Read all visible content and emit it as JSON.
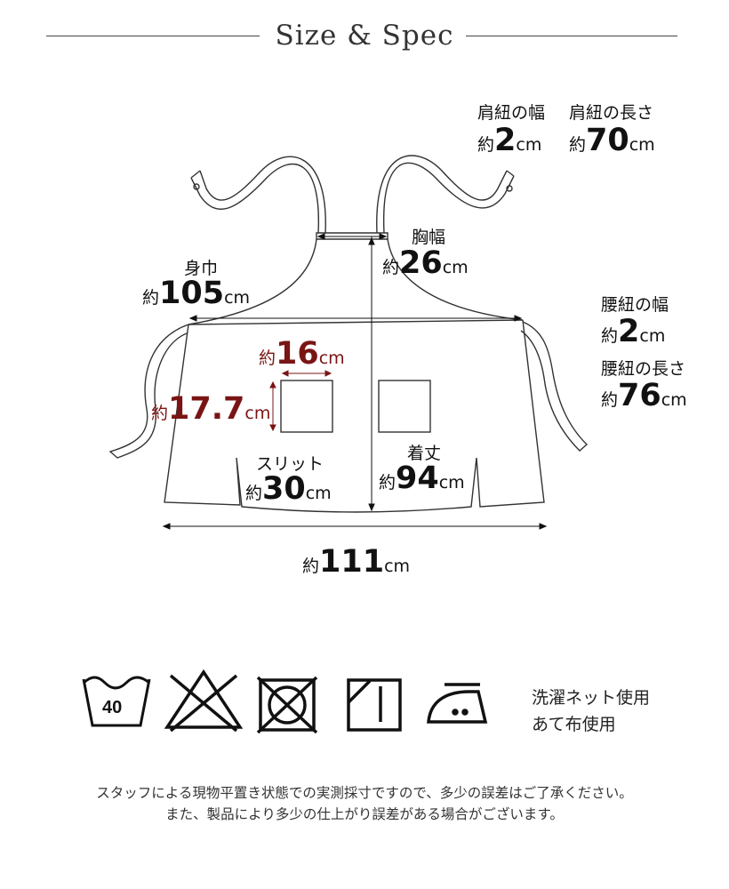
{
  "title": "Size & Spec",
  "prefix": "約",
  "unit": "cm",
  "measurements": {
    "shoulder_strap_width": {
      "label": "肩紐の幅",
      "value": "2"
    },
    "shoulder_strap_length": {
      "label": "肩紐の長さ",
      "value": "70"
    },
    "chest_width": {
      "label": "胸幅",
      "value": "26"
    },
    "body_width": {
      "label": "身巾",
      "value": "105"
    },
    "waist_strap_width": {
      "label": "腰紐の幅",
      "value": "2"
    },
    "waist_strap_length": {
      "label": "腰紐の長さ",
      "value": "76"
    },
    "pocket_width": {
      "value": "16"
    },
    "pocket_height": {
      "value": "17.7"
    },
    "slit": {
      "label": "スリット",
      "value": "30"
    },
    "length": {
      "label": "着丈",
      "value": "94"
    },
    "total_width": {
      "value": "111"
    }
  },
  "care": {
    "wash_temp": "40",
    "icons": [
      "wash-40-icon",
      "no-bleach-icon",
      "no-tumble-dry-icon",
      "drip-dry-shade-icon",
      "iron-low-icon"
    ],
    "notes": [
      "洗濯ネット使用",
      "あて布使用"
    ]
  },
  "footnotes": [
    "スタッフによる現物平置き状態での実測採寸ですので、多少の誤差はご了承ください。",
    "また、製品により多少の仕上がり誤差がある場合がございます。"
  ],
  "colors": {
    "accent": "#7a1414",
    "line": "#333333"
  }
}
